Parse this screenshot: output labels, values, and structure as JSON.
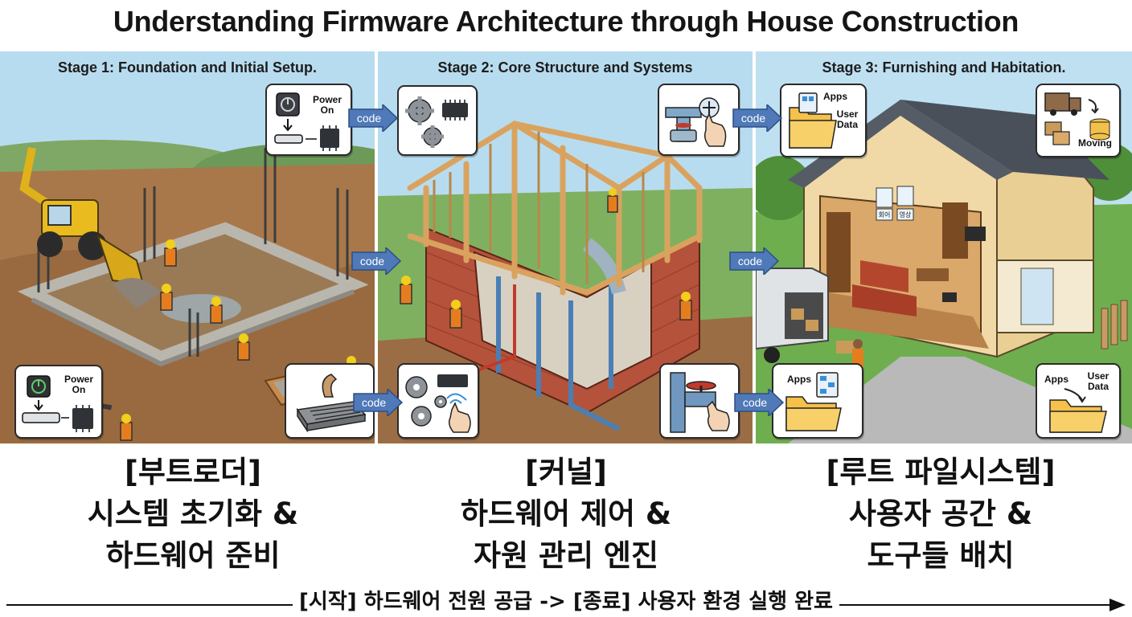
{
  "title": "Understanding Firmware Architecture through House Construction",
  "stages": [
    {
      "label": "Stage 1: Foundation and Initial Setup.",
      "caption": [
        "[부트로더]",
        "시스템 초기화 &",
        "하드웨어 준비"
      ],
      "cards": {
        "top_text": "Power On",
        "bottom_text": "Power On"
      }
    },
    {
      "label": "Stage 2: Core Structure and Systems",
      "caption": [
        "[커널]",
        "하드웨어 제어 &",
        "자원 관리 엔진"
      ]
    },
    {
      "label": "Stage 3: Furnishing and Habitation.",
      "caption": [
        "[루트 파일시스템]",
        "사용자 공간 &",
        "도구들 배치"
      ],
      "cards": {
        "top_left_apps": "Apps",
        "top_left_user": "User Data",
        "top_right": "Moving",
        "bottom_left_apps": "Apps",
        "bottom_right_apps": "Apps",
        "bottom_right_user": "User Data"
      }
    }
  ],
  "arrow_label": "code",
  "wall_poster_text": "회어",
  "wall_poster_text_2": "영상",
  "footer": "[시작] 하드웨어 전원 공급 -> [종료] 사용자 환경 실행 완료",
  "colors": {
    "arrow": "#4f79b8",
    "sky": "#b8dcef",
    "dirt": "#a9784a",
    "brick": "#b5523b",
    "timber": "#d9a35f"
  }
}
